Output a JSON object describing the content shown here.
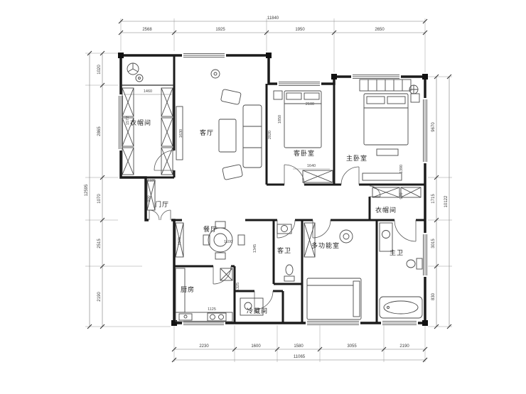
{
  "meta": {
    "drawing": "apartment floor plan"
  },
  "rooms": {
    "cloakroom_left": "衣帽间",
    "living_room": "客厅",
    "guest_bedroom": "客卧室",
    "master_bedroom": "主卧室",
    "foyer": "门厅",
    "cloakroom_right": "衣帽间",
    "dining_room": "餐厅",
    "guest_bath": "客卫",
    "multi_function_room": "多功能室",
    "master_bath": "主卫",
    "kitchen": "厨房",
    "cold_storage": "冷藏间"
  },
  "dimensions": {
    "top_total": "11840",
    "top_segments": [
      "2568",
      "1925",
      "1950",
      "2650"
    ],
    "left_total": "12595",
    "left_segments": [
      "1020",
      "2865",
      "1070",
      "2515",
      "2190"
    ],
    "right_total": "10122",
    "right_segments": [
      "9670",
      "1715",
      "3015",
      "830"
    ],
    "bottom_total": "11065",
    "bottom_segments": [
      "2230",
      "1600",
      "1580",
      "3055",
      "2190"
    ],
    "interior": {
      "cloakroom_width": "1460",
      "cloakroom_height": "1572",
      "cloakroom_bottom": "1185",
      "living_left": "1630",
      "foyer_width": "900",
      "guest_bed_left": "2020",
      "guest_bed_side": "1850",
      "guest_bed_top": "2100",
      "guest_bed_bottom": "1640",
      "master_right": "1390",
      "master_right2": "990",
      "dining_left": "1035",
      "dining_table": "1100",
      "hall_height": "1345",
      "kitchen_right": "1325",
      "kitchen_bottom": "1125"
    }
  },
  "colors": {
    "wall": "#1b1b1b",
    "dim_text": "#3c3c3c",
    "background": "#ffffff"
  }
}
